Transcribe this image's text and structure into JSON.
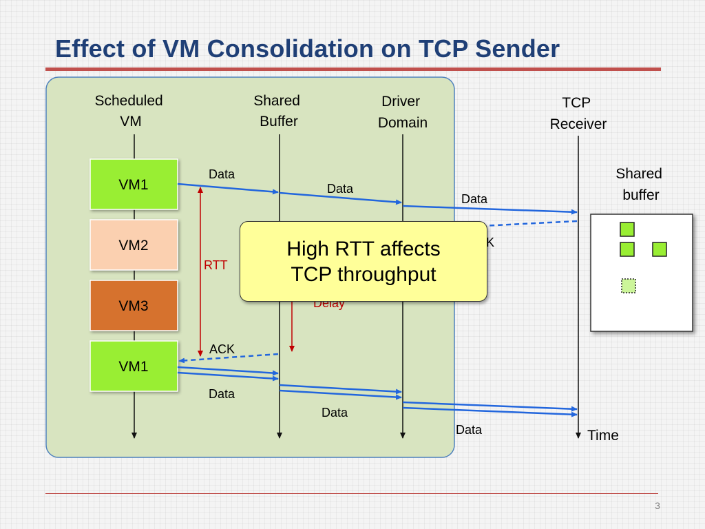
{
  "slide": {
    "title": "Effect of VM Consolidation on TCP Sender",
    "page_number": "3"
  },
  "columns": {
    "scheduled_vm": [
      "Scheduled",
      "VM"
    ],
    "shared_buffer": [
      "Shared",
      "Buffer"
    ],
    "driver_domain": [
      "Driver",
      "Domain"
    ],
    "tcp_receiver": [
      "TCP",
      "Receiver"
    ]
  },
  "vm_blocks": [
    {
      "label": "VM1",
      "color": "#99ee33"
    },
    {
      "label": "VM2",
      "color": "#fbd0b0"
    },
    {
      "label": "VM3",
      "color": "#d6722e"
    },
    {
      "label": "VM1",
      "color": "#99ee33"
    }
  ],
  "labels": {
    "data_1": "Data",
    "data_2": "Data",
    "data_3": "Data",
    "rtt": "RTT",
    "delay": "Delay",
    "ack_receiver_partial": "K",
    "ack": "ACK",
    "data_4": "Data",
    "data_5": "Data",
    "data_6": "Data",
    "time": "Time"
  },
  "shared_buffer_box": {
    "title": [
      "Shared",
      "buffer"
    ],
    "packet_color": "#99ee33"
  },
  "callout": {
    "line1": "High RTT affects",
    "line2": "TCP throughput"
  },
  "colors": {
    "title": "#1f3f76",
    "accent_rule": "#c0504d",
    "panel_fill": "#d8e4c0",
    "panel_border": "#4f81bd",
    "arrow_blue": "#2266dd",
    "rtt_red": "#c00000",
    "callout_fill": "#ffff99"
  }
}
